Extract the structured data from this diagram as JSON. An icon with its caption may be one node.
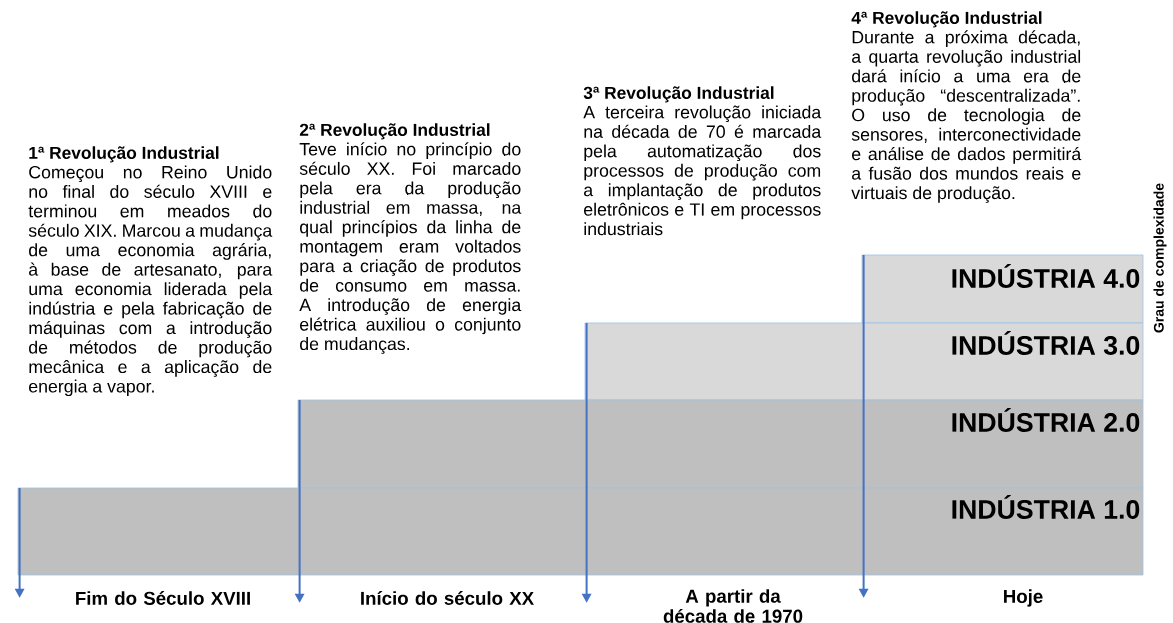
{
  "diagram": {
    "nodes": [
      {
        "text": [
          "1ª Revolução Industrial",
          "Começou no Reino Unido no final do século XVIII e terminou em meados do século XIX. Marcou a mudança de uma economia agrária, à base de artesanato, para uma economia liderada pela indústria e pela fabricação de máquinas com a introdução de métodos de produção mecânica e a aplicação de energia a vapor."
        ]
      },
      {
        "text": [
          "2ª Revolução Industrial",
          "Teve início no princípio do século XX. Foi marcado pela era da produção industrial em massa, na qual princípios da linha de montagem eram voltados para a criação de produtos de consumo em massa. A introdução de energia elétrica auxiliou o conjunto de mudanças."
        ]
      },
      {
        "text": [
          "3ª Revolução Industrial",
          "A terceira revolução iniciada na década de 70 é marcada pela automatização dos processos de produção com a implantação de produtos eletrônicos e TI em processos industriais"
        ]
      },
      {
        "text": [
          "4ª Revolução Industrial",
          "Durante a próxima década, a quarta revolução industrial dará início a uma era de produção “descentralizada”. O uso de tecnologia de sensores, interconectividade e análise de dados permitirá a fusão dos mundos reais e virtuais de produção."
        ]
      },
      {
        "text": [
          "INDÚSTRIA 4.0"
        ]
      },
      {
        "text": [
          "INDÚSTRIA 3.0"
        ]
      },
      {
        "text": [
          "INDÚSTRIA 2.0"
        ]
      },
      {
        "text": [
          "INDÚSTRIA 1.0"
        ]
      },
      {
        "text": [
          "Fim do Século XVIII"
        ]
      },
      {
        "text": [
          "Início do século XX"
        ]
      },
      {
        "text": [
          "A partir da década de 1970"
        ]
      },
      {
        "text": [
          "Hoje"
        ]
      }
    ],
    "edges": [
      {
        "from": 7,
        "to": null,
        "arrow": "to"
      },
      {
        "from": 6,
        "to": null,
        "arrow": "to"
      },
      {
        "from": 5,
        "to": null,
        "arrow": "to"
      },
      {
        "from": 4,
        "to": null,
        "arrow": "to"
      }
    ],
    "labels": [
      "Grau de complexidade"
    ]
  }
}
